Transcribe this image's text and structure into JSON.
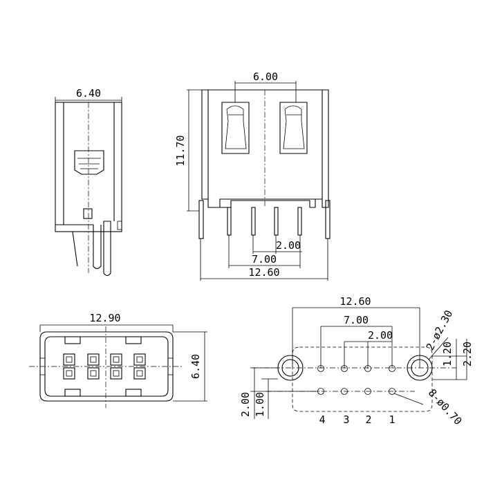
{
  "side_view": {
    "width_label": "6.40"
  },
  "front_view": {
    "top_label": "6.00",
    "height_label": "11.70",
    "pitch_label": "2.00",
    "outer_pin_label": "7.00",
    "overall_label": "12.60"
  },
  "bottom_view": {
    "width_label": "12.90",
    "height_label": "6.40"
  },
  "footprint": {
    "width_label": "12.60",
    "outer_pin_label": "7.00",
    "pitch_label": "2.00",
    "large_hole_label": "2-ø2.30",
    "small_hole_label": "8-ø0.70",
    "right_small_label": "1.20",
    "right_large_label": "2.20",
    "left_large_label": "2.00",
    "left_small_label": "1.00",
    "pin_numbers": [
      "4",
      "3",
      "2",
      "1"
    ]
  }
}
